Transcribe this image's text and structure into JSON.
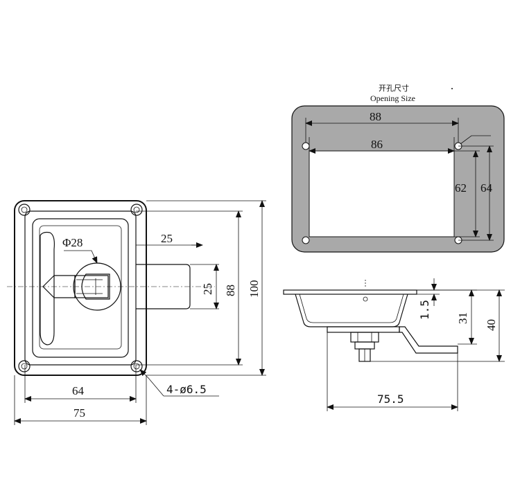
{
  "front_view": {
    "phi_label": "Φ28",
    "dim_25_horizontal": "25",
    "dim_25_vertical": "25",
    "dim_88": "88",
    "dim_100": "100",
    "hole_label": "4-ø6.5",
    "dim_64": "64",
    "dim_75": "75"
  },
  "opening_view": {
    "title_cn": "开孔尺寸",
    "title_en": "Opening Size",
    "dim_88": "88",
    "dim_86": "86",
    "dim_62": "62",
    "dim_64": "64"
  },
  "side_view": {
    "dim_1_5": "1.5",
    "dim_31": "31",
    "dim_40": "40",
    "dim_75_5": "75.5"
  },
  "colors": {
    "line": "#111111",
    "panel_fill": "#a9a9a9",
    "opening_fill": "#ffffff"
  }
}
